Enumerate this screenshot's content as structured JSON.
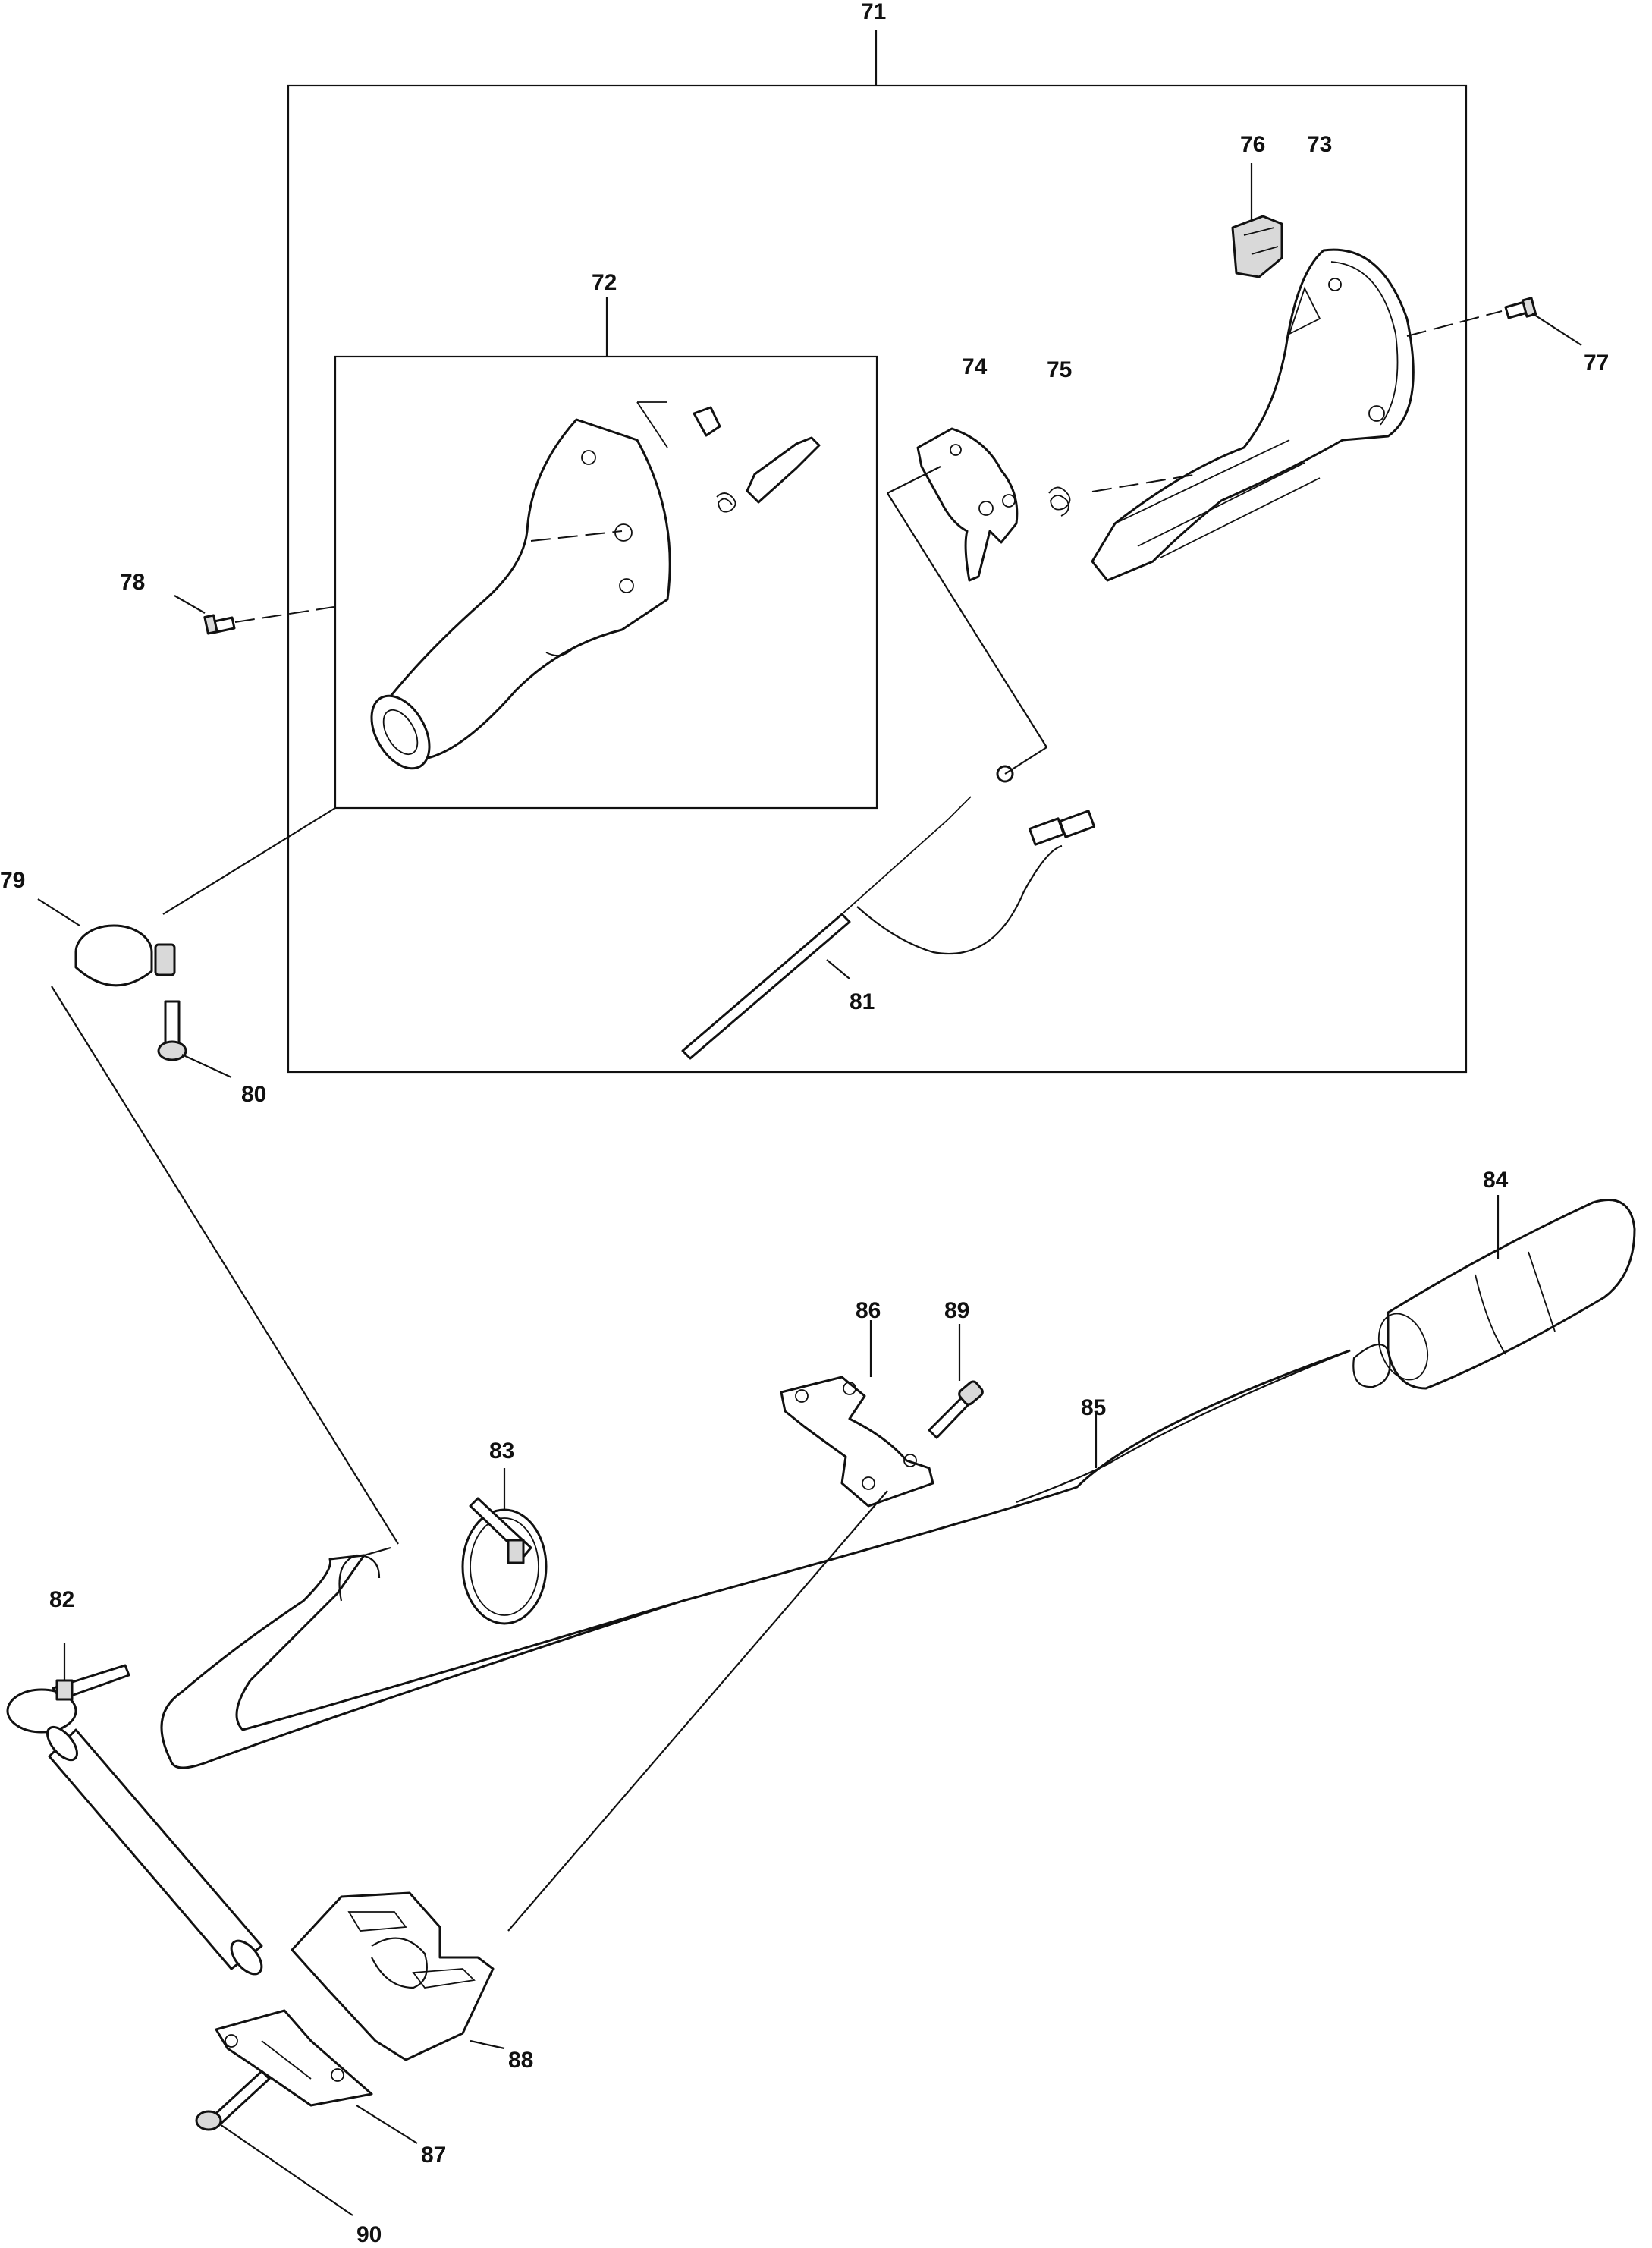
{
  "callouts": {
    "c71": "71",
    "c72": "72",
    "c73": "73",
    "c74": "74",
    "c75": "75",
    "c76": "76",
    "c77": "77",
    "c78": "78",
    "c79": "79",
    "c80": "80",
    "c81": "81",
    "c82": "82",
    "c83": "83",
    "c84": "84",
    "c85": "85",
    "c86": "86",
    "c87": "87",
    "c88": "88",
    "c89": "89",
    "c90": "90"
  },
  "colors": {
    "line": "#111111",
    "background": "#ffffff",
    "shade": "#d9d9d9"
  }
}
